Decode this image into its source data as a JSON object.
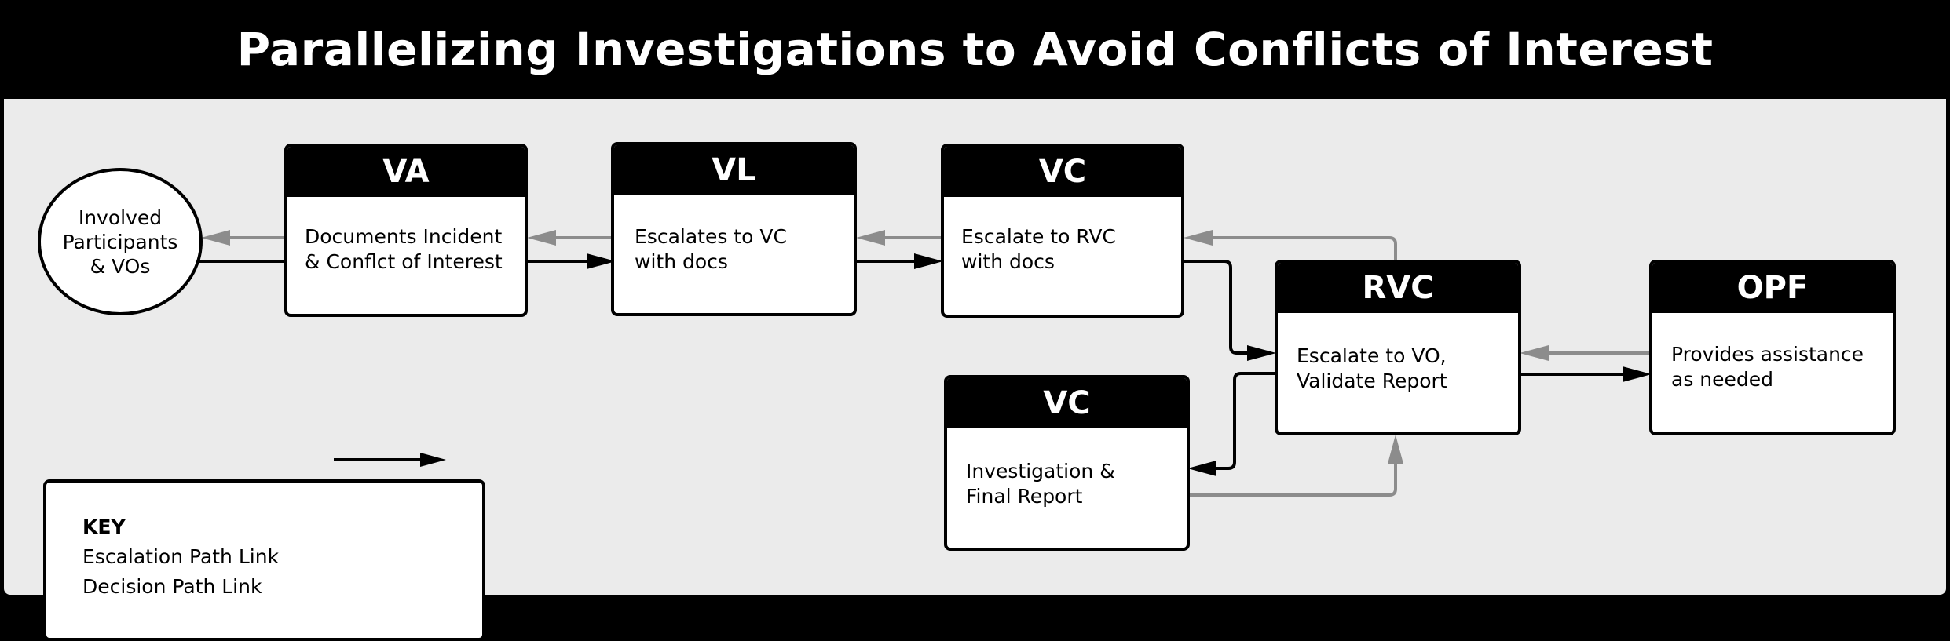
{
  "title": "Parallelizing Investigations to Avoid Conflicts of Interest",
  "participants": {
    "label": "Involved\nParticipants\n& VOs"
  },
  "nodes": {
    "va": {
      "head": "VA",
      "body": "Documents Incident\n& Conflct of Interest"
    },
    "vl": {
      "head": "VL",
      "body": "Escalates to VC\nwith docs"
    },
    "vc1": {
      "head": "VC",
      "body": "Escalate to RVC\nwith docs"
    },
    "rvc": {
      "head": "RVC",
      "body": "Escalate to VO,\nValidate Report"
    },
    "opf": {
      "head": "OPF",
      "body": "Provides assistance\nas needed"
    },
    "vc2": {
      "head": "VC",
      "body": "Investigation &\nFinal Report"
    }
  },
  "key": {
    "title": "KEY",
    "escalation_label": "Escalation Path Link",
    "decision_label": "Decision Path Link"
  },
  "colors": {
    "escalation": "#000000",
    "decision": "#8c8c8c",
    "header": "#000000",
    "background": "#ebebeb"
  }
}
